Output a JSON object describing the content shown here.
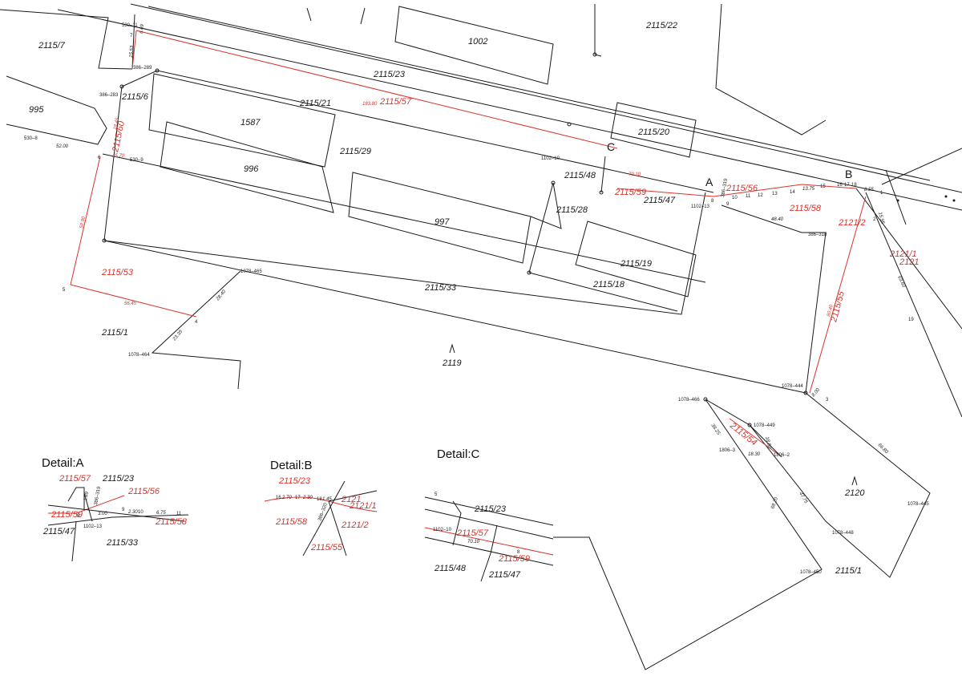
{
  "parcels": {
    "p2115_7": "2115/7",
    "p995": "995",
    "p2115_60": "2115/60",
    "p2115_6": "2115/6",
    "p2115_21": "2115/21",
    "p2115_23": "2115/23",
    "p2115_57": "2115/57",
    "p1002": "1002",
    "p2115_22": "2115/22",
    "p1587": "1587",
    "p2115_29": "2115/29",
    "p996": "996",
    "p2115_20": "2115/20",
    "p2115_48": "2115/48",
    "p2115_59": "2115/59",
    "p2115_47": "2115/47",
    "p2115_56": "2115/56",
    "p2115_58": "2115/58",
    "p997": "997",
    "p2115_28": "2115/28",
    "p2115_19": "2115/19",
    "p2115_18": "2115/18",
    "p2115_33": "2115/33",
    "p2115_53": "2115/53",
    "p2115_1": "2115/1",
    "p2119": "2119",
    "p2121_2": "2121/2",
    "p2121_1": "2121/1",
    "p2121": "2121",
    "p2115_55": "2115/55",
    "p2115_54": "2115/54",
    "p2120": "2120",
    "p2115_1b": "2115/1"
  },
  "markers": {
    "a": "A",
    "b": "B",
    "c": "C"
  },
  "points": {
    "p530_11": "530–11",
    "p7": "7",
    "p386_289": "386–289",
    "p386_283": "386–283",
    "p530_8": "530–8",
    "p6": "6",
    "p530_9": "530–9",
    "p5": "5",
    "p1078_465": "1078–465",
    "p4": "4",
    "p1078_464": "1078–464",
    "p1102_10": "1102–10",
    "p386_319": "386–319",
    "p1102_13": "1102–13",
    "p8": "8",
    "p9": "9",
    "p10": "10",
    "p11": "11",
    "p12": "12",
    "p13": "13",
    "p14": "14",
    "p15": "15",
    "p16": "16",
    "p17": "17",
    "p18": "18",
    "p1": "1",
    "p2": "2",
    "p386_318": "386–318",
    "p3": "3",
    "p1078_444": "1078–444",
    "p1078_466": "1078–466",
    "p1078_449": "1078–449",
    "p1806_3": "1806–3",
    "p1806_2": "1806–2",
    "p1078_445": "1078–445",
    "p1078_448": "1078–448",
    "p1078_450": "1078–450",
    "p19": "19"
  },
  "dims": {
    "d_15_53": "15.53",
    "d_6_69": "6.69",
    "d_183_80": "183.80",
    "d_52_00": "52.00",
    "d_15_70": "15.70",
    "d_18_45": "18.45",
    "d_58_90": "58.90",
    "d_56_45": "56.45",
    "d_28_40": "28.40",
    "d_23_35": "23.35",
    "d_70_10": "70.10",
    "d_48_40": "48.40",
    "d_8_55": "8.55",
    "d_15_95": "15.95",
    "d_80_40": "80.40",
    "d_8_00": "8.00",
    "d_63_60": "63.60",
    "d_38_25": "38.25",
    "d_18_30": "18.30",
    "d_18_80": "18.80",
    "d_47_75": "47.75",
    "d_68_20": "68.20",
    "d_66_80": "66.80",
    "d_13_75": "13.75"
  },
  "details": {
    "a": {
      "title": "Detail:A",
      "l_57": "2115/57",
      "l_23": "2115/23",
      "l_56": "2115/56",
      "l_59": "2115/59",
      "l_58": "2115/58",
      "l_47": "2115/47",
      "l_33": "2115/33",
      "pt_386": "386–319",
      "pt_1102": "1102–13",
      "n8": "8",
      "n9": "9",
      "n10": "10",
      "n11": "11",
      "d1": "1.89",
      "d2": "3.00",
      "d3": "2.30",
      "d4": "6.75"
    },
    "b": {
      "title": "Detail:B",
      "l_23": "2115/23",
      "l_2121": "2121",
      "l_2121_1": "2121/1",
      "l_58": "2115/58",
      "l_2121_2": "2121/2",
      "l_55": "2115/55",
      "pt_386": "386–320",
      "n16": "16",
      "n17": "17",
      "n18": "18",
      "d1": "2.70",
      "d2": "2.30",
      "d3": "1.45"
    },
    "c": {
      "title": "Detail:C",
      "l_23": "2115/23",
      "l_57": "2115/57",
      "l_59": "2115/59",
      "l_48": "2115/48",
      "l_47": "2115/47",
      "pt_1102": "1102–10",
      "n5": "5",
      "n8": "8",
      "d1": "70.10"
    }
  },
  "colors": {
    "line": "#1a1a1a",
    "red": "#d9342b"
  }
}
